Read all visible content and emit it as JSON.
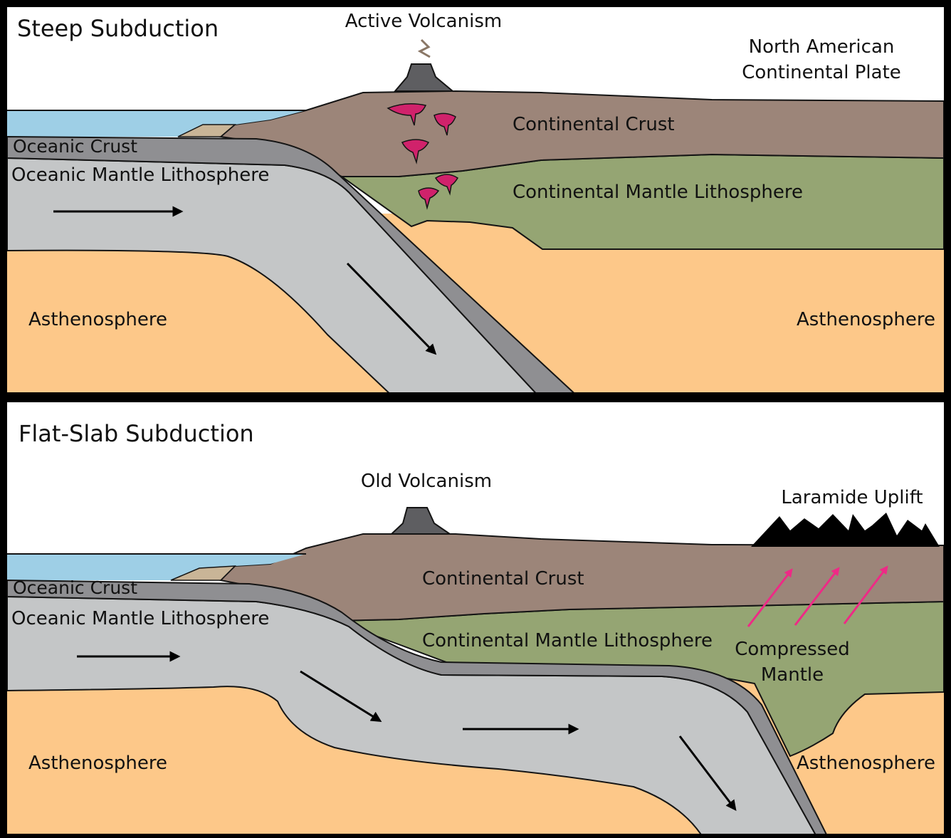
{
  "colors": {
    "sky": "#ffffff",
    "ocean": "#9ecfe6",
    "shelf": "#c9b597",
    "continental_crust": "#9c8579",
    "continental_mantle": "#95a573",
    "asthenosphere": "#fdc889",
    "oceanic_crust": "#8f8f92",
    "oceanic_mantle": "#c4c6c7",
    "volcano": "#5e5e61",
    "magma": "#d0226b",
    "compression_arrow": "#ee2a86",
    "mountains": "#000000",
    "outline": "#141414"
  },
  "icons": {
    "volcano": "volcano-icon",
    "magma": "magma-blob-icon",
    "mountains": "mountain-range-icon",
    "eruption": "zigzag-eruption-icon",
    "flow_arrow": "arrow-right-icon"
  },
  "panels": {
    "top": {
      "title": "Steep Subduction",
      "volcanism": "Active Volcanism",
      "plate_line1": "North American",
      "plate_line2": "Continental Plate",
      "continental_crust": "Continental Crust",
      "continental_mantle": "Continental Mantle Lithosphere",
      "oceanic_crust": "Oceanic Crust",
      "oceanic_mantle": "Oceanic Mantle Lithosphere",
      "asthenosphere_left": "Asthenosphere",
      "asthenosphere_right": "Asthenosphere"
    },
    "bottom": {
      "title": "Flat-Slab Subduction",
      "volcanism": "Old Volcanism",
      "uplift": "Laramide Uplift",
      "continental_crust": "Continental Crust",
      "continental_mantle": "Continental Mantle Lithosphere",
      "oceanic_crust": "Oceanic Crust",
      "oceanic_mantle": "Oceanic Mantle Lithosphere",
      "compressed_line1": "Compressed",
      "compressed_line2": "Mantle",
      "asthenosphere_left": "Asthenosphere",
      "asthenosphere_right": "Asthenosphere"
    }
  }
}
